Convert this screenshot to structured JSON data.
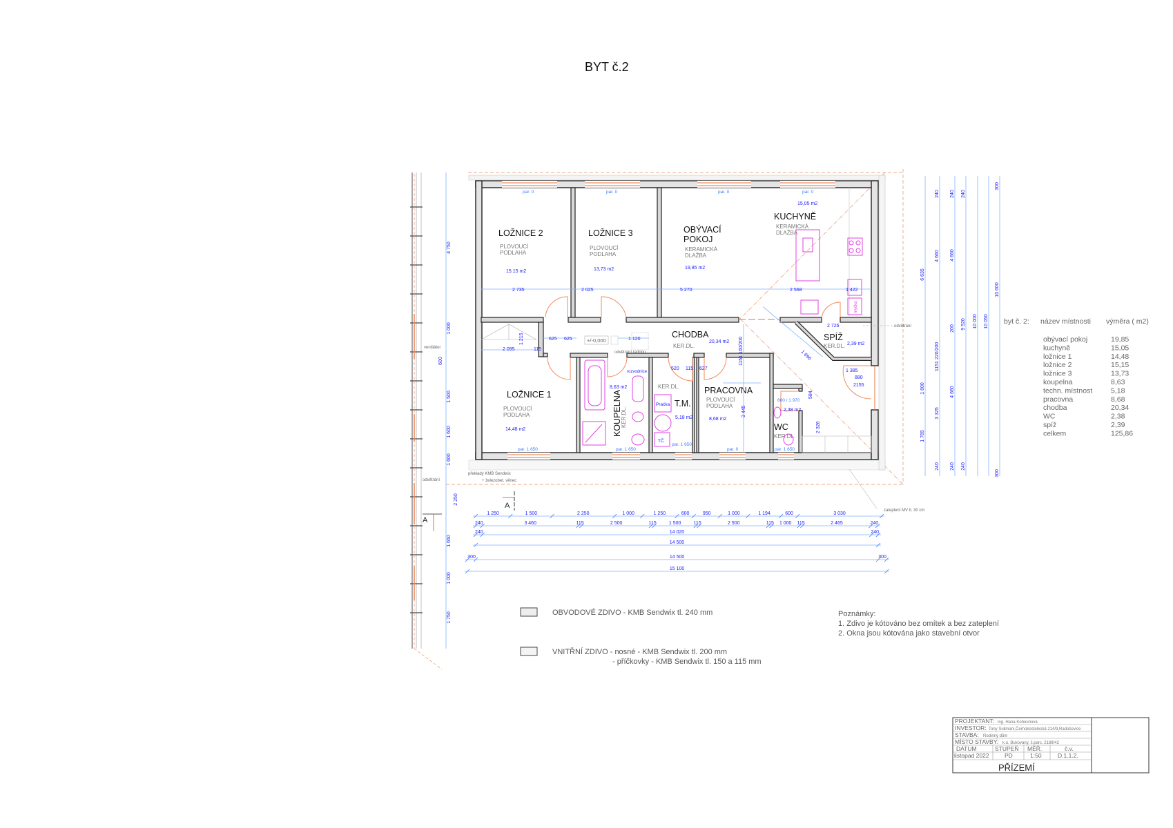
{
  "title": "BYT č.2",
  "rooms": [
    {
      "name": "LOŽNICE 2",
      "floor": [
        "PLOVOUCÍ",
        "PODLAHA"
      ],
      "area": "15.15 m2"
    },
    {
      "name": "LOŽNICE 3",
      "floor": [
        "PLOVOUCÍ",
        "PODLAHA"
      ],
      "area": "13,73 m2"
    },
    {
      "name": [
        "OBÝVACÍ",
        "POKOJ"
      ],
      "floor": [
        "KERAMICKÁ",
        "DLAŽBA"
      ],
      "area": "19,85 m2"
    },
    {
      "name": "KUCHYNĚ",
      "floor": [
        "KERAMICKÁ",
        "DLAŽBA"
      ],
      "area": "15,05 m2"
    },
    {
      "name": "CHODBA",
      "floor": [
        "KER.DL."
      ],
      "area": "20,34 m2"
    },
    {
      "name": "SPÍŽ",
      "floor": [
        "KER.DL."
      ],
      "area": "2,39 m2"
    },
    {
      "name": "LOŽNICE 1",
      "floor": [
        "PLOVOUCÍ",
        "PODLAHA"
      ],
      "area": "14,48 m2"
    },
    {
      "name": "KOUPELNA",
      "floor": [
        "KER.DL."
      ],
      "area": "8,63 m2"
    },
    {
      "name": "T.M.",
      "floor": [
        "KER.DL."
      ],
      "area": "5,18 m2"
    },
    {
      "name": "PRACOVNA",
      "floor": [
        "PLOVOUCÍ",
        "PODLAHA"
      ],
      "area": "8,68 m2"
    },
    {
      "name": "WC",
      "floor": [
        "KER.DL."
      ],
      "area": "2,38 m2"
    }
  ],
  "fixtures": {
    "washer": "Pračka",
    "heat_pump": "TČ",
    "dishwasher": "myčka",
    "distribution_box": "rozvodnice",
    "level": "+/-0,000"
  },
  "annotations": {
    "radon": "odvětrání radonu",
    "vent_right": "odvětrání",
    "vent_left": "odvětrání",
    "fan": "ventilátor",
    "lintels": [
      "překlady KMB Sendwix",
      "+ železobet. věnec"
    ],
    "insulation": "zateplení MV tl. 30 cm",
    "section_mark": "A",
    "sill_top": [
      "par. 0",
      "par. 0",
      "par. 0",
      "par. 0"
    ],
    "sill_bottom": [
      "par. 1 650",
      "par. 1 650",
      "par. 1 650",
      "par. 0",
      "par. 1 650"
    ]
  },
  "inner_dims": {
    "row_upper": [
      "2 735",
      "2 025",
      "5 270",
      "2 568",
      "1 422"
    ],
    "hall": [
      "2 095",
      "115",
      "625",
      "625",
      "1 120",
      "2 726",
      "1 696",
      "1 385",
      "880",
      "2155",
      "520",
      "115",
      "627"
    ],
    "vertical": [
      "1 215",
      "3 445",
      "2 326",
      "584",
      "1151 100/200",
      "600 / 1 970"
    ]
  },
  "bottom_dims": [
    [
      "1 250",
      "1 500",
      "2 250",
      "1 000",
      "1 250",
      "600",
      "950",
      "1 000",
      "1 194",
      "600",
      "3 030"
    ],
    [
      "240",
      "3 460",
      "115",
      "2 500",
      "115",
      "1 500",
      "115",
      "2 500",
      "115",
      "1 000",
      "115",
      "2 465",
      "240"
    ],
    [
      "240",
      "14 020",
      "240"
    ],
    [
      "14 500"
    ],
    [
      "300",
      "14 500",
      "300"
    ],
    [
      "15 100"
    ]
  ],
  "right_dims": [
    [
      "6 635",
      "1 600",
      "1 765"
    ],
    [
      "240",
      "4 660",
      "1151 220/200",
      "3 325",
      "240"
    ],
    [
      "240",
      "4 660",
      "200",
      "4 660",
      "240"
    ],
    [
      "240",
      "9 520",
      "240"
    ],
    [
      "10 000"
    ],
    [
      "10 050"
    ],
    [
      "300",
      "10 600",
      "300"
    ]
  ],
  "left_dims": [
    "4 750",
    "1 000",
    "600",
    "1 500",
    "1 600",
    "1 600",
    "2 250",
    "1 650",
    "1 000",
    "1 750"
  ],
  "room_table": {
    "label": "byt č. 2:",
    "col_name": "název místnosti",
    "col_area": "výměra ( m2)",
    "rows": [
      {
        "name": "obývací pokoj",
        "area": "19,85"
      },
      {
        "name": "kuchyně",
        "area": "15,05"
      },
      {
        "name": "ložnice 1",
        "area": "14,48"
      },
      {
        "name": "ložnice 2",
        "area": "15,15"
      },
      {
        "name": "ložnice 3",
        "area": "13,73"
      },
      {
        "name": "koupelna",
        "area": "8,63"
      },
      {
        "name": "techn. místnost",
        "area": "5,18"
      },
      {
        "name": "pracovna",
        "area": "8,68"
      },
      {
        "name": "chodba",
        "area": "20,34"
      },
      {
        "name": "WC",
        "area": "2,38"
      },
      {
        "name": "spíž",
        "area": "2,39"
      },
      {
        "name": "celkem",
        "area": "125,86"
      }
    ]
  },
  "legend": {
    "outer": "OBVODOVÉ ZDIVO - KMB Sendwix tl. 240 mm",
    "inner_1": "VNITŘNÍ ZDIVO - nosné - KMB Sendwix tl. 200 mm",
    "inner_2": "- příčkovky - KMB Sendwix tl. 150 a 115 mm"
  },
  "notes": {
    "heading": "Poznámky:",
    "items": [
      "1. Zdivo je kótováno bez omítek a bez zateplení",
      "2. Okna jsou kótována jako stavební otvor"
    ]
  },
  "title_block": {
    "projektant_label": "PROJEKTANT:",
    "projektant": "ing. Hana Kohounová",
    "investor_label": "INVESTOR:",
    "investor": "Tony Sulimani,Černokostelecká 214/9,Radošovice",
    "stavba_label": "STAVBA:",
    "stavba": "Rodinný dům",
    "misto_label": "MÍSTO STAVBY:",
    "misto": "k.ú. Bukovany, č.parc. 2188/42",
    "headers": [
      "DATUM",
      "STUPEŇ",
      "MĚŘ.",
      "č.v."
    ],
    "values": [
      "listopad 2022",
      "PD",
      "1:50",
      "D.1.1.2."
    ],
    "sheet": "PŘÍZEMÍ"
  },
  "colors": {
    "wall": "#222222",
    "window_door": "#f08a5d",
    "dimension": "#1a1aff",
    "fixture": "#e040e0",
    "insulation_line": "#f08a5d"
  }
}
